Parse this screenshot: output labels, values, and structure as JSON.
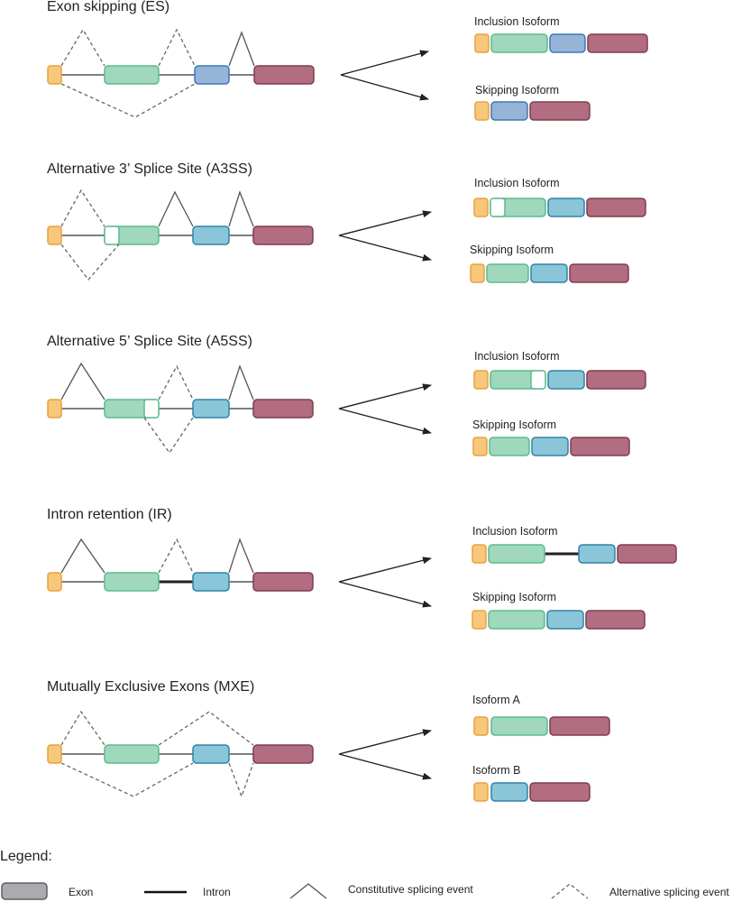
{
  "colors": {
    "orange": {
      "fill": "#f7c77c",
      "stroke": "#e8a23c"
    },
    "green": {
      "fill": "#9fd8bc",
      "stroke": "#5dba8e"
    },
    "blue": {
      "fill": "#96b4d6",
      "stroke": "#3f78b5"
    },
    "cyan": {
      "fill": "#8ac6d8",
      "stroke": "#2f84a9"
    },
    "maroon": {
      "fill": "#b26d80",
      "stroke": "#7e3d52"
    },
    "legend_exon": {
      "fill": "#a9abb0",
      "stroke": "#5e6066"
    }
  },
  "panels": [
    {
      "title": "Exon skipping (ES)",
      "iso1_label": "Inclusion Isoform",
      "iso2_label": "Skipping Isoform"
    },
    {
      "title": "Alternative 3’ Splice Site (A3SS)",
      "iso1_label": "Inclusion Isoform",
      "iso2_label": "Skipping Isoform"
    },
    {
      "title": "Alternative 5’ Splice Site (A5SS)",
      "iso1_label": "Inclusion Isoform",
      "iso2_label": "Skipping Isoform"
    },
    {
      "title": "Intron retention (IR)",
      "iso1_label": "Inclusion Isoform",
      "iso2_label": "Skipping Isoform"
    },
    {
      "title": "Mutually Exclusive Exons (MXE)",
      "iso1_label": "Isoform A",
      "iso2_label": "Isoform B"
    }
  ],
  "legend": {
    "title": "Legend:",
    "exon": "Exon",
    "intron": "Intron",
    "constitutive": "Constitutive splicing event",
    "alternative": "Alternative splicing event"
  }
}
